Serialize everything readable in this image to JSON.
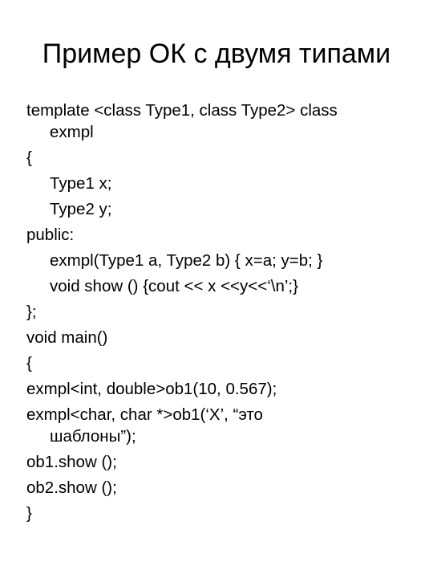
{
  "slide": {
    "title": "Пример ОК с двумя типами",
    "lines": [
      "template <class Type1, class Type2> class",
      "exmpl",
      "{",
      "Type1 x;",
      "Type2 y;",
      "public:",
      "exmpl(Type1 a, Type2 b) { x=a; y=b; }",
      "void show () {cout << x <<y<<‘\\n’;}",
      "};",
      "void main()",
      "{",
      "exmpl<int, double>ob1(10, 0.567);",
      "exmpl<char, char *>ob1(‘X’, “это",
      "шаблоны”);",
      "ob1.show ();",
      "ob2.show ();",
      "}"
    ]
  }
}
